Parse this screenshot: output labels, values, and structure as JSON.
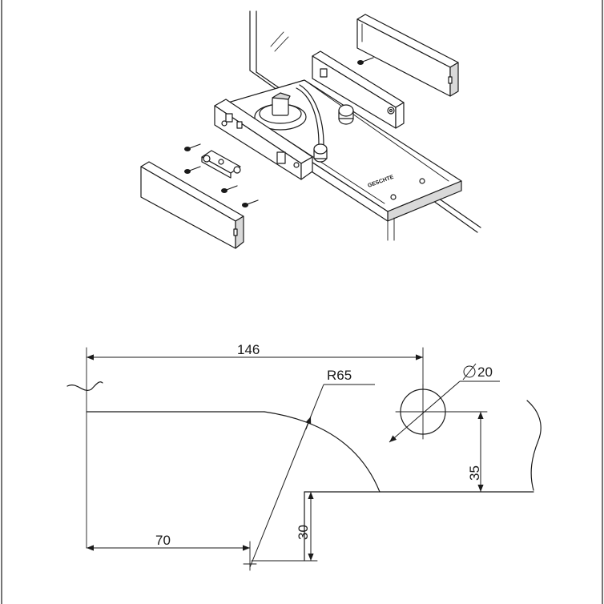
{
  "drawing": {
    "logo_text": "GESCHTE",
    "dimensions": {
      "overall_length": "146",
      "radius": "R65",
      "hole_diameter": "20",
      "offset_length": "70",
      "height_right": "35",
      "height_left": "30"
    }
  }
}
